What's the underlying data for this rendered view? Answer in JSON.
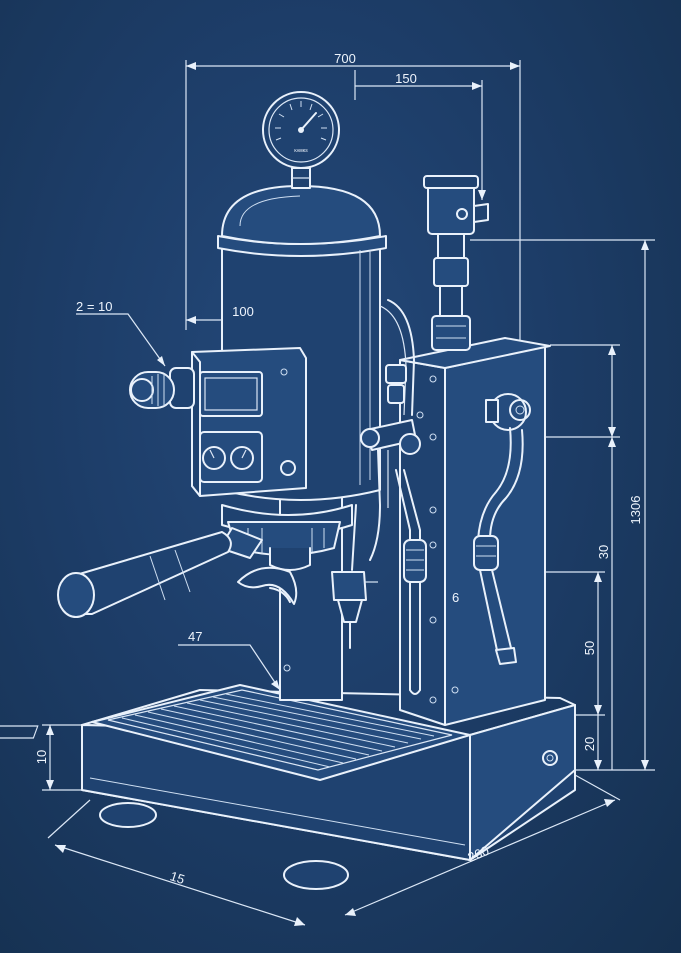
{
  "dimensions": {
    "overall_width": "700",
    "gauge_offset": "150",
    "box_width": "100",
    "knob_note": "2 = 10",
    "overall_height": "1306",
    "upper_section": "30",
    "middle_section": "50",
    "lower_section": "20",
    "wand_note": "6",
    "tray_note": "47",
    "base_height": "10",
    "base_depth": "15",
    "base_width": "260"
  },
  "gauge_label": "ᴋᴀᴍᴋs"
}
